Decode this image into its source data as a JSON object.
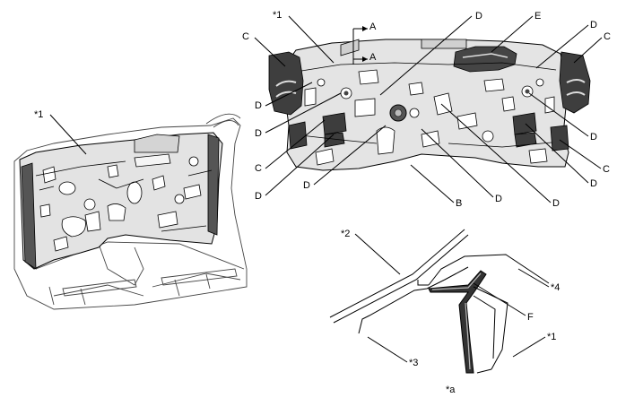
{
  "labels": {
    "star1_left": "*1",
    "star1_top": "*1",
    "star1_detail": "*1",
    "star2": "*2",
    "star3": "*3",
    "star4": "*4",
    "star_a": "*a",
    "A_top": "A",
    "A_bottom": "A",
    "B": "B",
    "C": "C",
    "D": "D",
    "E": "E",
    "F": "F"
  },
  "colors": {
    "outline": "#000000",
    "body_fill": "#e6e6e6",
    "body_mid": "#cfcfcf",
    "dark_part": "#4a4a4a",
    "pad_dark": "#3a3a3a",
    "light_part": "#f2f2f2"
  }
}
